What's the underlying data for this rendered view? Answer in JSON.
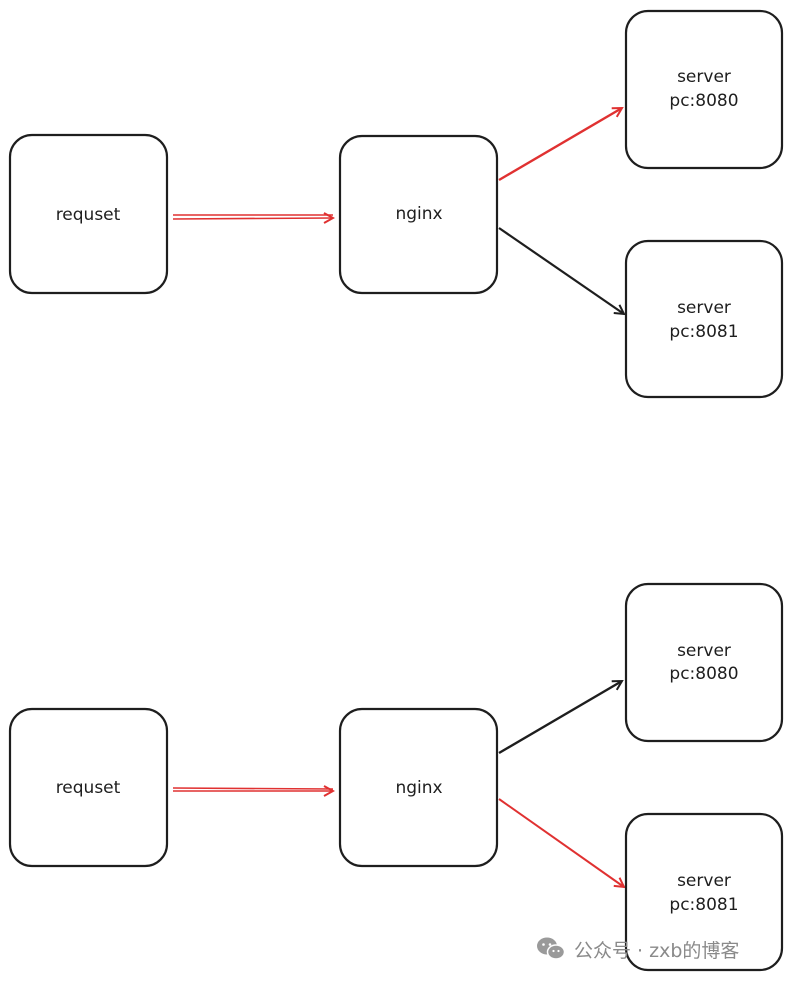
{
  "colors": {
    "stroke": "#1e1e1e",
    "active": "#e03131",
    "background": "#ffffff",
    "watermark": "#8a8a8a"
  },
  "diagrams": [
    {
      "request": "requset",
      "proxy": "nginx",
      "servers": [
        {
          "name": "server",
          "addr": "pc:8080",
          "active": true
        },
        {
          "name": "server",
          "addr": "pc:8081",
          "active": false
        }
      ]
    },
    {
      "request": "requset",
      "proxy": "nginx",
      "servers": [
        {
          "name": "server",
          "addr": "pc:8080",
          "active": false
        },
        {
          "name": "server",
          "addr": "pc:8081",
          "active": true
        }
      ]
    }
  ],
  "watermark": {
    "icon": "wechat-icon",
    "text": "公众号 · zxb的博客"
  }
}
